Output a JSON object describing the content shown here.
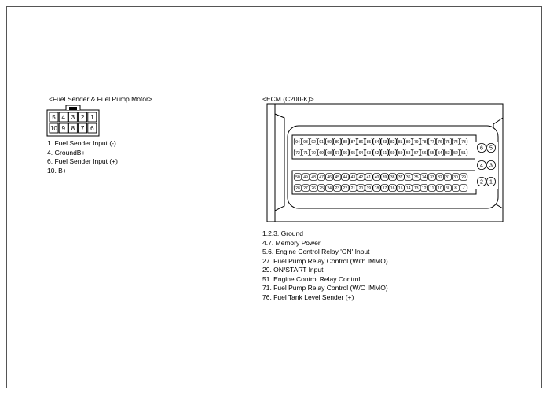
{
  "fuel_connector": {
    "title": "<Fuel Sender & Fuel Pump Motor>",
    "top_row": [
      "5",
      "4",
      "3",
      "2",
      "1"
    ],
    "bottom_row": [
      "10",
      "9",
      "8",
      "7",
      "6"
    ],
    "legend": [
      "1. Fuel Sender Input (-)",
      "4. GroundB+",
      "6. Fuel Sender Input (+)",
      "10. B+"
    ]
  },
  "ecm_connector": {
    "title": "<ECM (C200-K)>",
    "rows": [
      [
        "94",
        "93",
        "92",
        "91",
        "90",
        "89",
        "88",
        "87",
        "86",
        "85",
        "84",
        "83",
        "82",
        "81",
        "80",
        "79",
        "78",
        "77",
        "76",
        "75",
        "74",
        "73"
      ],
      [
        "72",
        "71",
        "70",
        "69",
        "68",
        "67",
        "66",
        "65",
        "64",
        "63",
        "62",
        "61",
        "60",
        "59",
        "58",
        "57",
        "56",
        "55",
        "54",
        "53",
        "52",
        "51"
      ],
      [
        "50",
        "49",
        "48",
        "47",
        "46",
        "45",
        "44",
        "43",
        "42",
        "41",
        "40",
        "39",
        "38",
        "37",
        "36",
        "35",
        "34",
        "33",
        "32",
        "31",
        "30",
        "29"
      ],
      [
        "28",
        "27",
        "26",
        "25",
        "24",
        "23",
        "22",
        "21",
        "20",
        "19",
        "18",
        "17",
        "16",
        "15",
        "14",
        "13",
        "12",
        "11",
        "10",
        "9",
        "8",
        "7"
      ]
    ],
    "side_pins": [
      [
        "6",
        "5"
      ],
      [
        "4",
        "3"
      ],
      [
        "2",
        "1"
      ]
    ],
    "legend": [
      "1.2.3. Ground",
      "4.7. Memory Power",
      "5.6. Engine Control Relay 'ON' Input",
      "27. Fuel Pump Relay Control (With IMMO)",
      "29. ON/START Input",
      "51. Engine Control Relay Control",
      "71. Fuel Pump Relay Control (W/O IMMO)",
      "76. Fuel Tank Level Sender (+)"
    ]
  }
}
